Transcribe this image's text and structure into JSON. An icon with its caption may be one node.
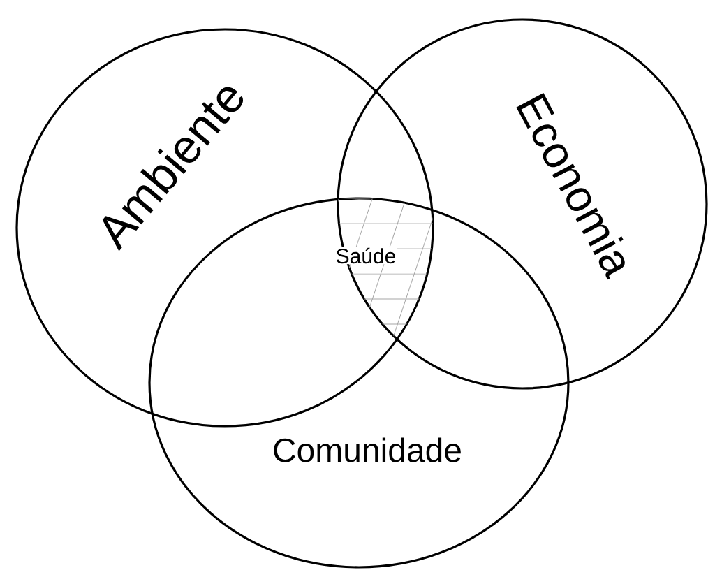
{
  "diagram": {
    "nodes": [
      {
        "text": [
          "Ambiente"
        ]
      },
      {
        "text": [
          "Economia"
        ]
      },
      {
        "text": [
          "Comunidade"
        ]
      },
      {
        "text": [
          "Saúde"
        ]
      }
    ]
  }
}
